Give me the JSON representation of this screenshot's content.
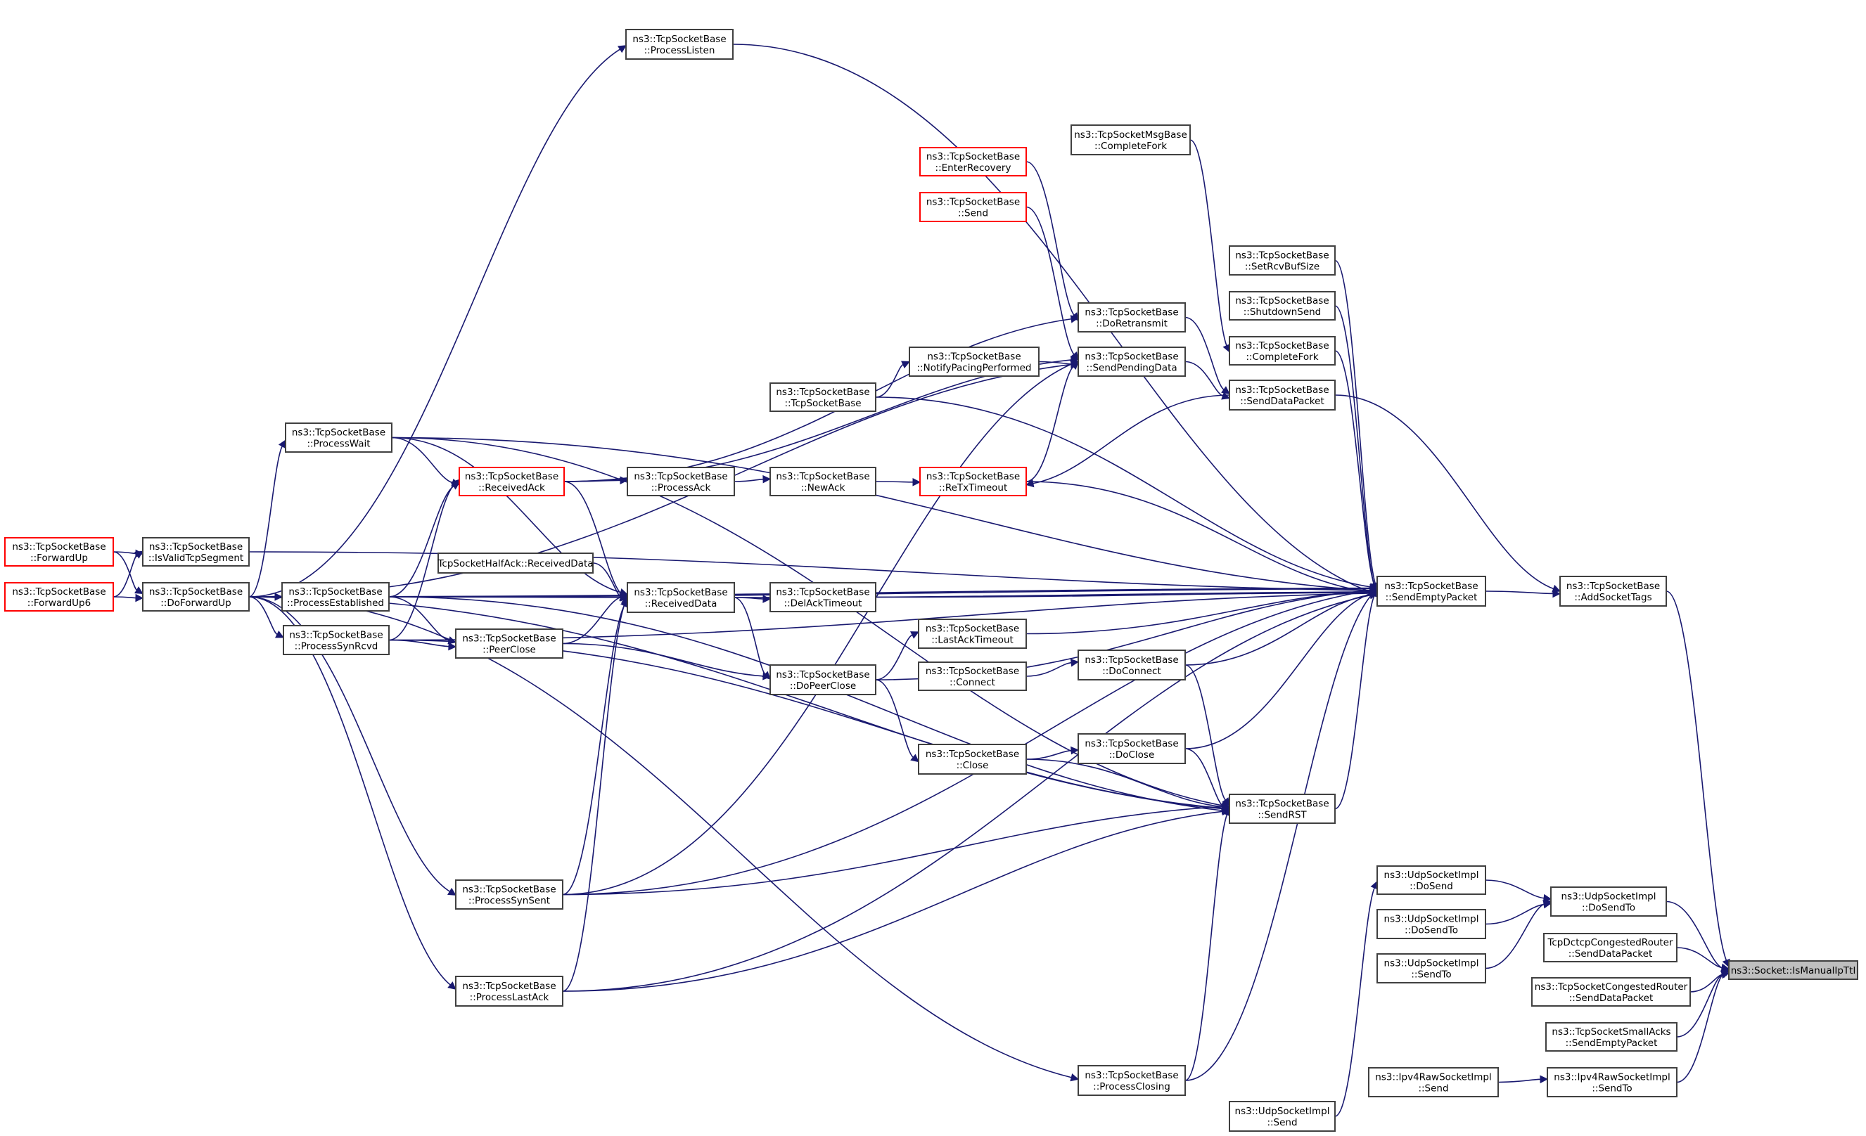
{
  "title": "Caller graph: ns3::Socket::IsManualIpTtl",
  "colors": {
    "edge": "#191970",
    "node_border": "#404040",
    "incomplete_border": "#ff0000",
    "root_fill": "#bfbfbf"
  },
  "nodes": [
    {
      "id": "root",
      "lines": [
        "ns3::Socket::IsManualIpTtl"
      ],
      "style": "root"
    },
    {
      "id": "addSocketTags",
      "lines": [
        "ns3::TcpSocketBase",
        "::AddSocketTags"
      ]
    },
    {
      "id": "udpDoSendTo",
      "lines": [
        "ns3::UdpSocketImpl",
        "::DoSendTo"
      ]
    },
    {
      "id": "dctcpRouter",
      "lines": [
        "TcpDctcpCongestedRouter",
        "::SendDataPacket"
      ]
    },
    {
      "id": "congRouter",
      "lines": [
        "ns3::TcpSocketCongestedRouter",
        "::SendDataPacket"
      ]
    },
    {
      "id": "smallAcks",
      "lines": [
        "ns3::TcpSocketSmallAcks",
        "::SendEmptyPacket"
      ]
    },
    {
      "id": "rawSendTo",
      "lines": [
        "ns3::Ipv4RawSocketImpl",
        "::SendTo"
      ]
    },
    {
      "id": "sendEmptyPacket",
      "lines": [
        "ns3::TcpSocketBase",
        "::SendEmptyPacket"
      ]
    },
    {
      "id": "udpDoSend",
      "lines": [
        "ns3::UdpSocketImpl",
        "::DoSend"
      ]
    },
    {
      "id": "udpDoSendTo2",
      "lines": [
        "ns3::UdpSocketImpl",
        "::DoSendTo"
      ]
    },
    {
      "id": "udpSendTo",
      "lines": [
        "ns3::UdpSocketImpl",
        "::SendTo"
      ]
    },
    {
      "id": "rawSend",
      "lines": [
        "ns3::Ipv4RawSocketImpl",
        "::Send"
      ]
    },
    {
      "id": "udpSend",
      "lines": [
        "ns3::UdpSocketImpl",
        "::Send"
      ]
    },
    {
      "id": "setRcvBufSize",
      "lines": [
        "ns3::TcpSocketBase",
        "::SetRcvBufSize"
      ]
    },
    {
      "id": "shutdownSend",
      "lines": [
        "ns3::TcpSocketBase",
        "::ShutdownSend"
      ]
    },
    {
      "id": "completeFork",
      "lines": [
        "ns3::TcpSocketBase",
        "::CompleteFork"
      ]
    },
    {
      "id": "sendDataPacket",
      "lines": [
        "ns3::TcpSocketBase",
        "::SendDataPacket"
      ]
    },
    {
      "id": "sendRST",
      "lines": [
        "ns3::TcpSocketBase",
        "::SendRST"
      ]
    },
    {
      "id": "msgCompleteFork",
      "lines": [
        "ns3::TcpSocketMsgBase",
        "::CompleteFork"
      ]
    },
    {
      "id": "doRetransmit",
      "lines": [
        "ns3::TcpSocketBase",
        "::DoRetransmit"
      ]
    },
    {
      "id": "sendPendingData",
      "lines": [
        "ns3::TcpSocketBase",
        "::SendPendingData"
      ]
    },
    {
      "id": "doConnect",
      "lines": [
        "ns3::TcpSocketBase",
        "::DoConnect"
      ]
    },
    {
      "id": "doClose",
      "lines": [
        "ns3::TcpSocketBase",
        "::DoClose"
      ]
    },
    {
      "id": "processClosing",
      "lines": [
        "ns3::TcpSocketBase",
        "::ProcessClosing"
      ]
    },
    {
      "id": "enterRecovery",
      "lines": [
        "ns3::TcpSocketBase",
        "::EnterRecovery"
      ],
      "style": "red"
    },
    {
      "id": "send",
      "lines": [
        "ns3::TcpSocketBase",
        "::Send"
      ],
      "style": "red"
    },
    {
      "id": "notifyPacing",
      "lines": [
        "ns3::TcpSocketBase",
        "::NotifyPacingPerformed"
      ]
    },
    {
      "id": "reTxTimeout",
      "lines": [
        "ns3::TcpSocketBase",
        "::ReTxTimeout"
      ],
      "style": "red"
    },
    {
      "id": "lastAckTimeout",
      "lines": [
        "ns3::TcpSocketBase",
        "::LastAckTimeout"
      ]
    },
    {
      "id": "connect",
      "lines": [
        "ns3::TcpSocketBase",
        "::Connect"
      ]
    },
    {
      "id": "close",
      "lines": [
        "ns3::TcpSocketBase",
        "::Close"
      ]
    },
    {
      "id": "tcpSocketBase",
      "lines": [
        "ns3::TcpSocketBase",
        "::TcpSocketBase"
      ]
    },
    {
      "id": "newAck",
      "lines": [
        "ns3::TcpSocketBase",
        "::NewAck"
      ]
    },
    {
      "id": "delAckTimeout",
      "lines": [
        "ns3::TcpSocketBase",
        "::DelAckTimeout"
      ]
    },
    {
      "id": "doPeerClose",
      "lines": [
        "ns3::TcpSocketBase",
        "::DoPeerClose"
      ]
    },
    {
      "id": "processListen",
      "lines": [
        "ns3::TcpSocketBase",
        "::ProcessListen"
      ]
    },
    {
      "id": "processAck",
      "lines": [
        "ns3::TcpSocketBase",
        "::ProcessAck"
      ]
    },
    {
      "id": "receivedData",
      "lines": [
        "ns3::TcpSocketBase",
        "::ReceivedData"
      ]
    },
    {
      "id": "halfAckReceivedData",
      "lines": [
        "TcpSocketHalfAck::ReceivedData"
      ]
    },
    {
      "id": "receivedAck",
      "lines": [
        "ns3::TcpSocketBase",
        "::ReceivedAck"
      ],
      "style": "red"
    },
    {
      "id": "peerClose",
      "lines": [
        "ns3::TcpSocketBase",
        "::PeerClose"
      ]
    },
    {
      "id": "processSynSent",
      "lines": [
        "ns3::TcpSocketBase",
        "::ProcessSynSent"
      ]
    },
    {
      "id": "processLastAck",
      "lines": [
        "ns3::TcpSocketBase",
        "::ProcessLastAck"
      ]
    },
    {
      "id": "processWait",
      "lines": [
        "ns3::TcpSocketBase",
        "::ProcessWait"
      ]
    },
    {
      "id": "processEstablished",
      "lines": [
        "ns3::TcpSocketBase",
        "::ProcessEstablished"
      ]
    },
    {
      "id": "processSynRcvd",
      "lines": [
        "ns3::TcpSocketBase",
        "::ProcessSynRcvd"
      ]
    },
    {
      "id": "isValidTcpSegment",
      "lines": [
        "ns3::TcpSocketBase",
        "::IsValidTcpSegment"
      ]
    },
    {
      "id": "doForwardUp",
      "lines": [
        "ns3::TcpSocketBase",
        "::DoForwardUp"
      ]
    },
    {
      "id": "forwardUp",
      "lines": [
        "ns3::TcpSocketBase",
        "::ForwardUp"
      ],
      "style": "red"
    },
    {
      "id": "forwardUp6",
      "lines": [
        "ns3::TcpSocketBase",
        "::ForwardUp6"
      ],
      "style": "red"
    }
  ],
  "edges": [
    [
      "addSocketTags",
      "root"
    ],
    [
      "udpDoSendTo",
      "root"
    ],
    [
      "dctcpRouter",
      "root"
    ],
    [
      "congRouter",
      "root"
    ],
    [
      "smallAcks",
      "root"
    ],
    [
      "rawSendTo",
      "root"
    ],
    [
      "sendEmptyPacket",
      "addSocketTags"
    ],
    [
      "sendDataPacket",
      "addSocketTags"
    ],
    [
      "udpDoSend",
      "udpDoSendTo"
    ],
    [
      "udpDoSendTo2",
      "udpDoSendTo"
    ],
    [
      "udpSendTo",
      "udpDoSendTo"
    ],
    [
      "rawSend",
      "rawSendTo"
    ],
    [
      "udpSend",
      "udpDoSend"
    ],
    [
      "setRcvBufSize",
      "sendEmptyPacket"
    ],
    [
      "shutdownSend",
      "sendEmptyPacket"
    ],
    [
      "completeFork",
      "sendEmptyPacket"
    ],
    [
      "sendRST",
      "sendEmptyPacket"
    ],
    [
      "doConnect",
      "sendEmptyPacket"
    ],
    [
      "doClose",
      "sendEmptyPacket"
    ],
    [
      "processClosing",
      "sendEmptyPacket"
    ],
    [
      "reTxTimeout",
      "sendEmptyPacket"
    ],
    [
      "lastAckTimeout",
      "sendEmptyPacket"
    ],
    [
      "tcpSocketBase",
      "sendEmptyPacket"
    ],
    [
      "delAckTimeout",
      "sendEmptyPacket"
    ],
    [
      "doPeerClose",
      "sendEmptyPacket"
    ],
    [
      "processListen",
      "sendEmptyPacket"
    ],
    [
      "receivedData",
      "sendEmptyPacket"
    ],
    [
      "processSynSent",
      "sendEmptyPacket"
    ],
    [
      "processLastAck",
      "sendEmptyPacket"
    ],
    [
      "processWait",
      "sendEmptyPacket"
    ],
    [
      "processEstablished",
      "sendEmptyPacket"
    ],
    [
      "processSynRcvd",
      "sendEmptyPacket"
    ],
    [
      "isValidTcpSegment",
      "sendEmptyPacket"
    ],
    [
      "doForwardUp",
      "sendEmptyPacket"
    ],
    [
      "msgCompleteFork",
      "completeFork"
    ],
    [
      "doRetransmit",
      "sendDataPacket"
    ],
    [
      "sendPendingData",
      "sendDataPacket"
    ],
    [
      "doForwardUp",
      "sendRST"
    ],
    [
      "processWait",
      "sendRST"
    ],
    [
      "processEstablished",
      "sendRST"
    ],
    [
      "processSynRcvd",
      "sendRST"
    ],
    [
      "processSynSent",
      "sendRST"
    ],
    [
      "processLastAck",
      "sendRST"
    ],
    [
      "processClosing",
      "sendRST"
    ],
    [
      "doConnect",
      "sendRST"
    ],
    [
      "doClose",
      "sendRST"
    ],
    [
      "close",
      "sendRST"
    ],
    [
      "enterRecovery",
      "doRetransmit"
    ],
    [
      "receivedAck",
      "doRetransmit"
    ],
    [
      "send",
      "sendPendingData"
    ],
    [
      "notifyPacing",
      "sendPendingData"
    ],
    [
      "reTxTimeout",
      "sendPendingData"
    ],
    [
      "receivedAck",
      "sendPendingData"
    ],
    [
      "doForwardUp",
      "sendPendingData"
    ],
    [
      "processSynSent",
      "sendPendingData"
    ],
    [
      "connect",
      "doConnect"
    ],
    [
      "close",
      "doClose"
    ],
    [
      "doForwardUp",
      "processClosing"
    ],
    [
      "sendDataPacket",
      "reTxTimeout"
    ],
    [
      "newAck",
      "reTxTimeout"
    ],
    [
      "doPeerClose",
      "lastAckTimeout"
    ],
    [
      "doPeerClose",
      "close"
    ],
    [
      "tcpSocketBase",
      "notifyPacing"
    ],
    [
      "processAck",
      "newAck"
    ],
    [
      "receivedData",
      "delAckTimeout"
    ],
    [
      "receivedData",
      "doPeerClose"
    ],
    [
      "peerClose",
      "doPeerClose"
    ],
    [
      "doForwardUp",
      "processListen"
    ],
    [
      "receivedAck",
      "processAck"
    ],
    [
      "processWait",
      "receivedAck"
    ],
    [
      "processEstablished",
      "receivedAck"
    ],
    [
      "processSynRcvd",
      "receivedAck"
    ],
    [
      "halfAckReceivedData",
      "receivedData"
    ],
    [
      "processEstablished",
      "receivedData"
    ],
    [
      "peerClose",
      "receivedData"
    ],
    [
      "processSynSent",
      "receivedData"
    ],
    [
      "processLastAck",
      "receivedData"
    ],
    [
      "processWait",
      "receivedData"
    ],
    [
      "receivedAck",
      "receivedData"
    ],
    [
      "processEstablished",
      "peerClose"
    ],
    [
      "processSynRcvd",
      "peerClose"
    ],
    [
      "doForwardUp",
      "processSynSent"
    ],
    [
      "doForwardUp",
      "processLastAck"
    ],
    [
      "doForwardUp",
      "processWait"
    ],
    [
      "doForwardUp",
      "processEstablished"
    ],
    [
      "doForwardUp",
      "processSynRcvd"
    ],
    [
      "forwardUp",
      "isValidTcpSegment"
    ],
    [
      "forwardUp6",
      "isValidTcpSegment"
    ],
    [
      "forwardUp",
      "doForwardUp"
    ],
    [
      "forwardUp6",
      "doForwardUp"
    ]
  ]
}
